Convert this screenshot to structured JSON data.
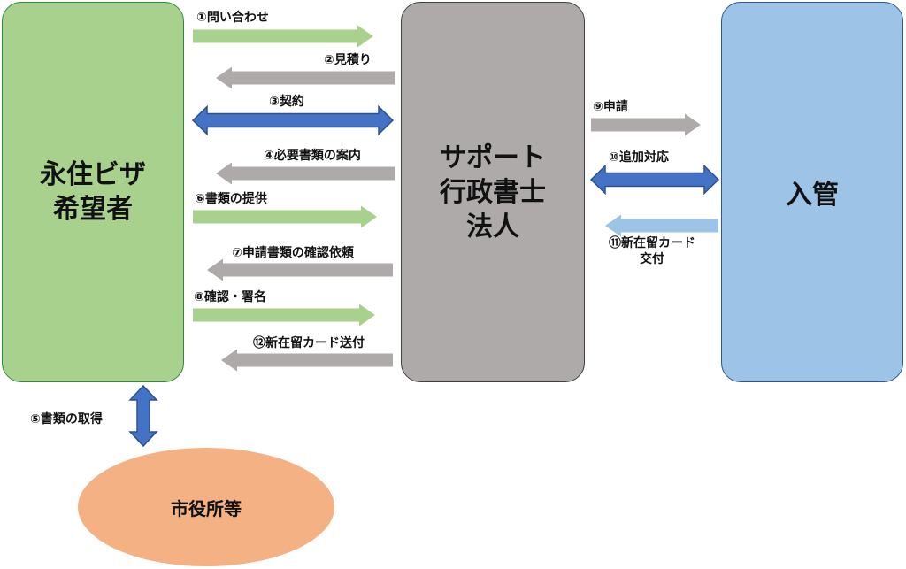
{
  "nodes": {
    "applicant": "永住ビザ\n希望者",
    "scrivener": "サポート\n行政書士\n法人",
    "immigration": "入管",
    "cityhall": "市役所等"
  },
  "edges": [
    {
      "label": "①問い合わせ",
      "direction": "right",
      "color": "#a9d18e"
    },
    {
      "label": "②見積り",
      "direction": "left",
      "color": "#aeaaaa"
    },
    {
      "label": "③契約",
      "direction": "both",
      "color": "#4472c4"
    },
    {
      "label": "④必要書類の案内",
      "direction": "left",
      "color": "#aeaaaa"
    },
    {
      "label": "⑥書類の提供",
      "direction": "right",
      "color": "#a9d18e"
    },
    {
      "label": "⑦申請書類の確認依頼",
      "direction": "left",
      "color": "#aeaaaa"
    },
    {
      "label": "⑧確認・署名",
      "direction": "right",
      "color": "#a9d18e"
    },
    {
      "label": "⑫新在留カード送付",
      "direction": "left",
      "color": "#aeaaaa"
    },
    {
      "label": "⑨申請",
      "direction": "right",
      "color": "#aeaaaa"
    },
    {
      "label": "⑩追加対応",
      "direction": "both",
      "color": "#4472c4"
    },
    {
      "label": "⑪新在留カード\n交付",
      "direction": "left",
      "color": "#9dc3e6"
    },
    {
      "label": "⑤書類の取得",
      "direction": "both",
      "color": "#4472c4"
    }
  ]
}
